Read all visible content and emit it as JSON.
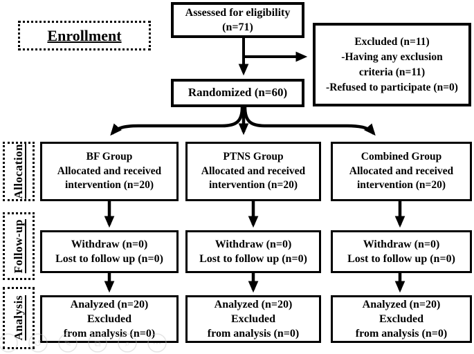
{
  "page": {
    "background": "#ffffff",
    "ink": "#000000",
    "watermark_color": "#c4c4c4"
  },
  "enrollment": {
    "label": "Enrollment"
  },
  "assessed": {
    "lines": [
      "Assessed for eligibility",
      "(n=71)"
    ]
  },
  "excluded": {
    "lines": [
      "Excluded (n=11)",
      "-Having any exclusion",
      "criteria (n=11)",
      "-Refused to participate (n=0)"
    ]
  },
  "randomized": {
    "label": "Randomized (n=60)"
  },
  "stage_labels": [
    {
      "id": "allocation",
      "label": "Allocation"
    },
    {
      "id": "followup",
      "label": "Follow-up"
    },
    {
      "id": "analysis",
      "label": "Analysis"
    }
  ],
  "columns": [
    {
      "id": "bf-group",
      "allocation": [
        "BF Group",
        "Allocated and received",
        "intervention (n=20)"
      ],
      "followup": [
        "Withdraw (n=0)",
        "Lost to follow up (n=0)"
      ],
      "analysis": [
        "Analyzed (n=20)",
        "Excluded",
        "from analysis (n=0)"
      ]
    },
    {
      "id": "ptns-group",
      "allocation": [
        "PTNS Group",
        "Allocated and received",
        "intervention (n=20)"
      ],
      "followup": [
        "Withdraw (n=0)",
        "Lost to follow up (n=0)"
      ],
      "analysis": [
        "Analyzed (n=20)",
        "Excluded",
        "from analysis (n=0)"
      ]
    },
    {
      "id": "combined-group",
      "allocation": [
        "Combined Group",
        "Allocated and received",
        "intervention (n=20)"
      ],
      "followup": [
        "Withdraw (n=0)",
        "Lost to follow up (n=0)"
      ],
      "analysis": [
        "Analyzed (n=20)",
        "Excluded",
        "from analysis (n=0)"
      ]
    }
  ],
  "watermark": {
    "glyphs": [
      "",
      "↺",
      "✎",
      "⧉",
      "⌕",
      "⋯"
    ]
  }
}
